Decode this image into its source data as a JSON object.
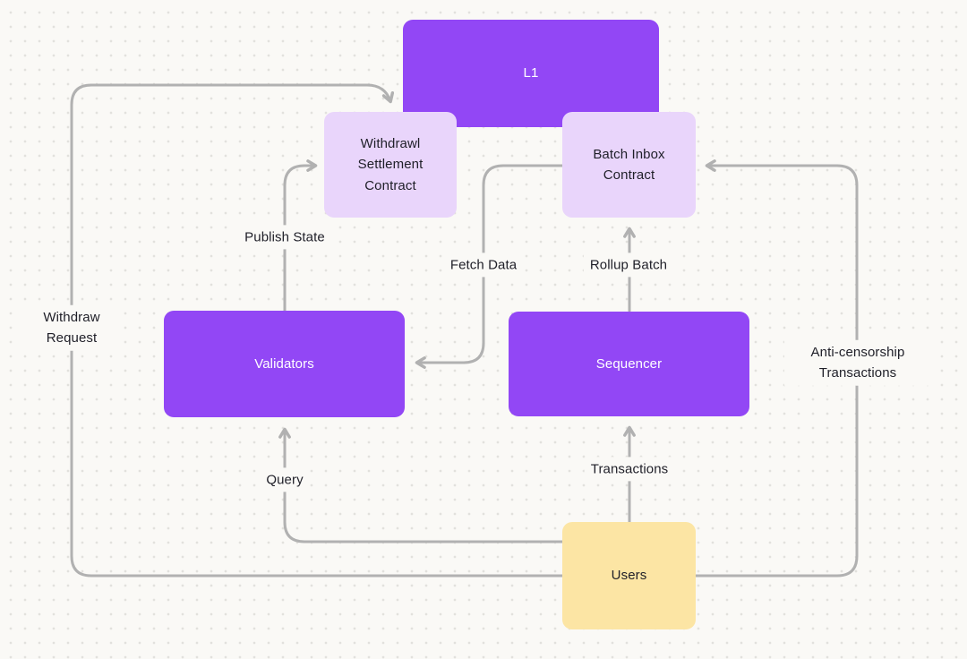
{
  "diagram": {
    "title": "L2 rollup architecture flow",
    "nodes": [
      {
        "id": "l1",
        "label": "L1",
        "style": "primary"
      },
      {
        "id": "withdrawl-settlement-contract",
        "label": "Withdrawl Settlement Contract",
        "style": "secondary"
      },
      {
        "id": "batch-inbox-contract",
        "label": "Batch Inbox Contract",
        "style": "secondary"
      },
      {
        "id": "validators",
        "label": "Validators",
        "style": "primary"
      },
      {
        "id": "sequencer",
        "label": "Sequencer",
        "style": "primary"
      },
      {
        "id": "users",
        "label": "Users",
        "style": "accent"
      }
    ],
    "edges": [
      {
        "id": "publish-state",
        "label": "Publish State",
        "from": "validators",
        "to": "withdrawl-settlement-contract"
      },
      {
        "id": "withdraw-request",
        "label": "Withdraw Request",
        "from": "users",
        "to": "withdrawl-settlement-contract"
      },
      {
        "id": "query",
        "label": "Query",
        "from": "users",
        "to": "validators"
      },
      {
        "id": "fetch-data",
        "label": "Fetch Data",
        "from": "batch-inbox-contract",
        "to": "validators"
      },
      {
        "id": "rollup-batch",
        "label": "Rollup Batch",
        "from": "sequencer",
        "to": "batch-inbox-contract"
      },
      {
        "id": "transactions",
        "label": "Transactions",
        "from": "users",
        "to": "sequencer"
      },
      {
        "id": "anti-censorship",
        "label": "Anti-censorship Transactions",
        "from": "users",
        "to": "batch-inbox-contract"
      }
    ],
    "colors": {
      "node_primary": "#9247F5",
      "node_secondary": "#E9D5FB",
      "node_accent": "#FCE5A4",
      "connector": "#B1B1B1",
      "text_dark": "#1F1F28",
      "text_light": "#FFFFFF",
      "background": "#FAF9F6",
      "dot_grid": "#E2E1DD"
    }
  }
}
